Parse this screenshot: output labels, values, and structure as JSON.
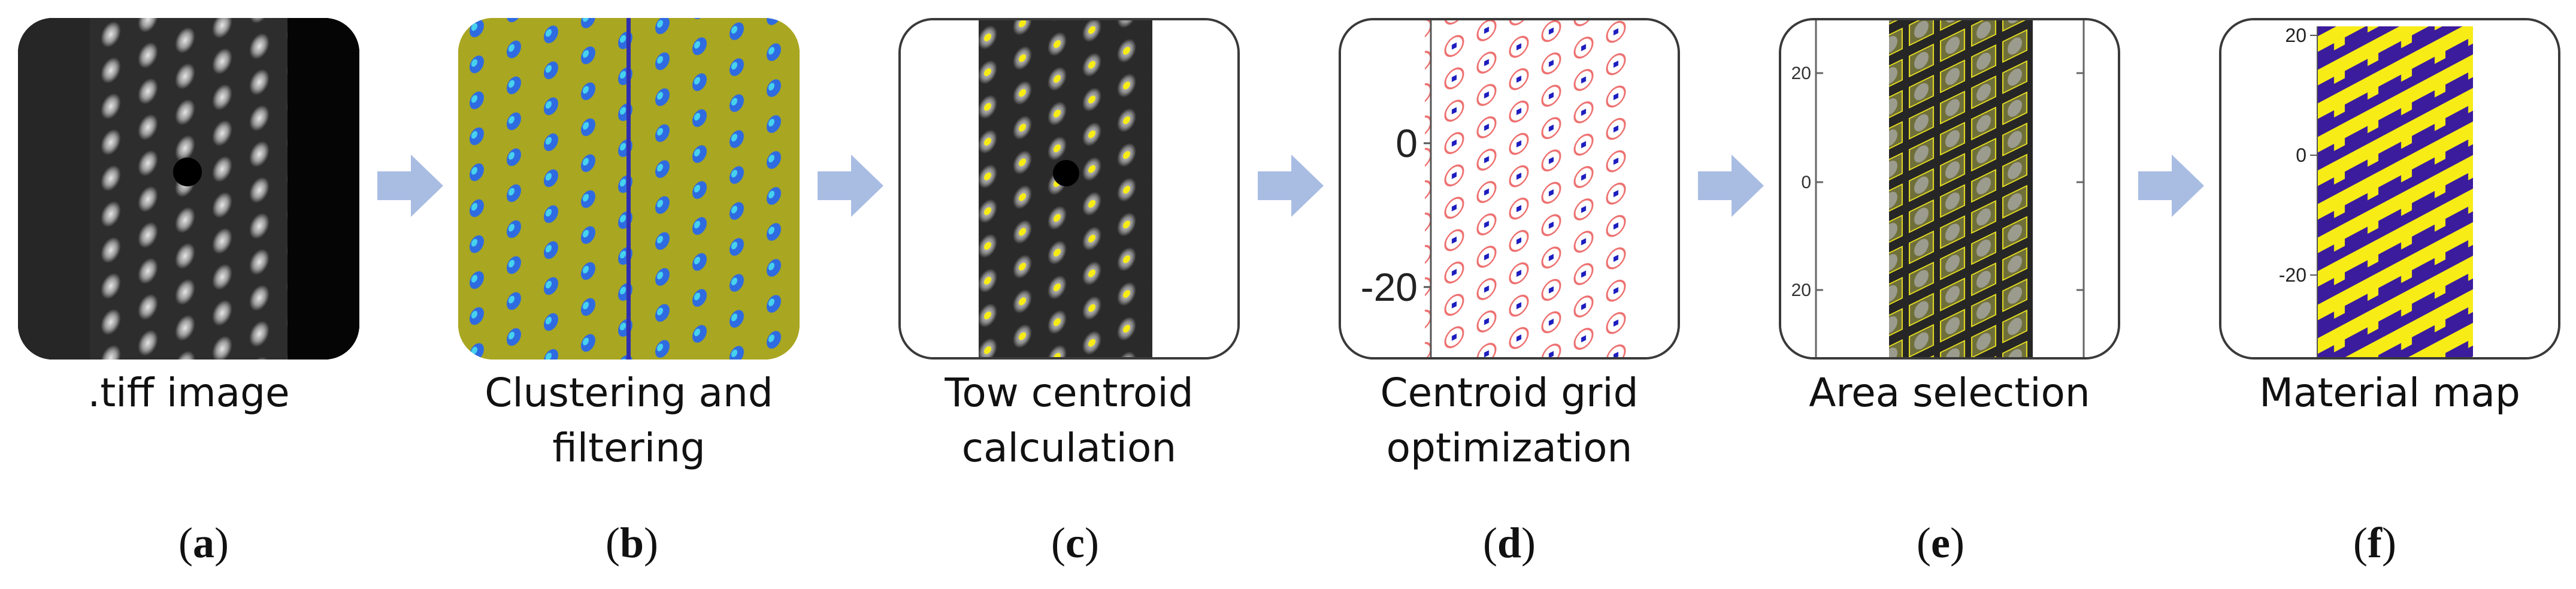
{
  "steps": [
    {
      "id": "a",
      "caption_lines": [
        ".tiff image"
      ],
      "label_open": "(",
      "label_letter": "a",
      "label_close": ")"
    },
    {
      "id": "b",
      "caption_lines": [
        "Clustering and",
        "filtering"
      ],
      "label_open": "(",
      "label_letter": "b",
      "label_close": ")"
    },
    {
      "id": "c",
      "caption_lines": [
        "Tow centroid",
        "calculation"
      ],
      "label_open": "(",
      "label_letter": "c",
      "label_close": ")"
    },
    {
      "id": "d",
      "caption_lines": [
        "Centroid grid",
        "optimization"
      ],
      "label_open": "(",
      "label_letter": "d",
      "label_close": ")"
    },
    {
      "id": "e",
      "caption_lines": [
        "Area selection"
      ],
      "label_open": "(",
      "label_letter": "e",
      "label_close": ")"
    },
    {
      "id": "f",
      "caption_lines": [
        "Material map"
      ],
      "label_open": "(",
      "label_letter": "f",
      "label_close": ")"
    }
  ],
  "axes": {
    "d": {
      "ticks": [
        "0",
        "-20"
      ]
    },
    "e": {
      "ticks": [
        "20",
        "0",
        "20"
      ]
    },
    "f": {
      "ticks": [
        "20",
        "0",
        "-20"
      ]
    }
  },
  "colors": {
    "arrow": "#a9bde3",
    "yellow": "#f7ec16",
    "purple": "#3b1c9c",
    "cluster_bg": "#a8a81e",
    "cluster_blob": "#2f6be0",
    "red_circle": "#ee6f6f",
    "blue_dot": "#1d1dbf"
  },
  "icons": {
    "arrow": "right-arrow-icon"
  }
}
